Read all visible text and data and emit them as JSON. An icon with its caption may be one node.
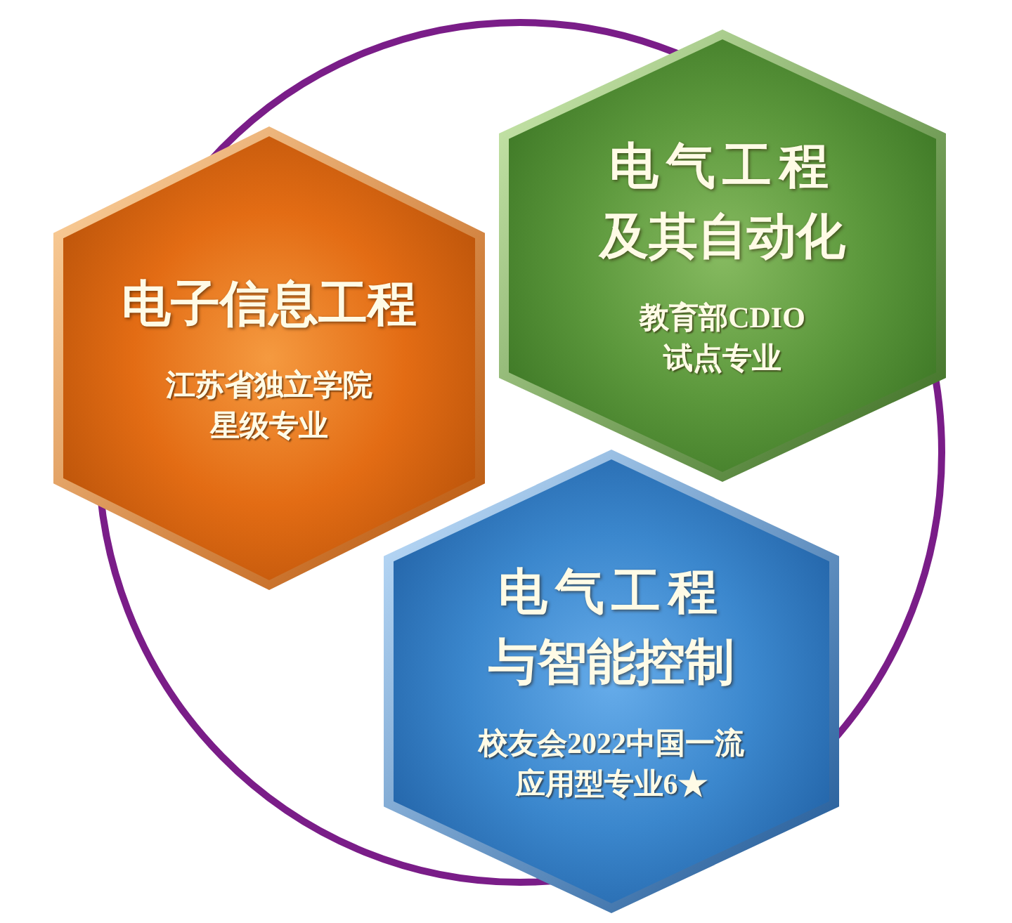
{
  "diagram": {
    "nodes": [
      {
        "text": [
          "电子信息工程",
          "江苏省独立学院星级专业"
        ]
      },
      {
        "text": [
          "电气工程及其自动化",
          "教育部CDIO试点专业"
        ]
      },
      {
        "text": [
          "电气工程与智能控制",
          "校友会2022中国一流应用型专业6★"
        ]
      }
    ]
  }
}
